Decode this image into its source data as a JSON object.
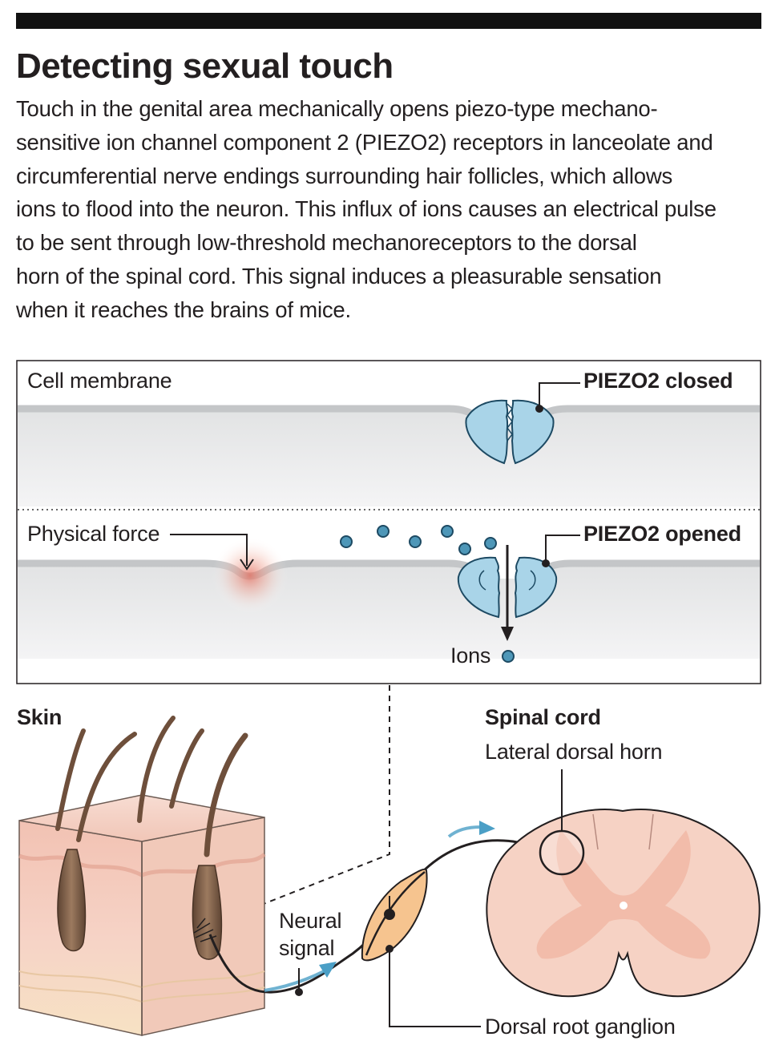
{
  "title": "Detecting sexual touch",
  "description": "Touch in the genital area mechanically opens piezo-type mechano-sensitive ion channel component 2 (PIEZO2) receptors in lanceolate and circumferential nerve endings surrounding hair follicles, which allows ions to flood into the neuron. This influx of ions causes an electrical pulse to be sent through low-threshold mechanoreceptors to the dorsal horn of the spinal cord. This signal induces a pleasurable sensation when it reaches the brains of mice.",
  "description_lines": [
    "Touch in the genital area mechanically opens piezo-type mechano-",
    "sensitive ion channel component 2 (PIEZO2) receptors in lanceolate and",
    "circumferential nerve endings surrounding hair follicles, which allows",
    "ions to flood into the neuron. This influx of ions causes an electrical pulse",
    "to be sent through low-threshold mechanoreceptors to the dorsal",
    "horn of the spinal cord. This signal induces a pleasurable sensation",
    "when it reaches the brains of mice."
  ],
  "inset": {
    "cell_membrane": "Cell membrane",
    "piezo_closed": "PIEZO2 closed",
    "physical_force": "Physical force",
    "piezo_opened": "PIEZO2 opened",
    "ions": "Ions"
  },
  "anatomy": {
    "skin": "Skin",
    "spinal_cord": "Spinal cord",
    "lateral_dorsal_horn": "Lateral dorsal horn",
    "neural_signal_line1": "Neural",
    "neural_signal_line2": "signal",
    "dorsal_root_ganglion": "Dorsal root ganglion"
  },
  "colors": {
    "channel_blue": "#a9d4e8",
    "ion_blue": "#4e97b8",
    "membrane_gray": "#c4c6c8",
    "skin_pink": "#f4cbbf",
    "spinal_pink": "#f6d2c4",
    "ganglion_orange": "#f6c48f",
    "hair_brown": "#7a5a44",
    "arrow_blue": "#4b9fc6"
  }
}
